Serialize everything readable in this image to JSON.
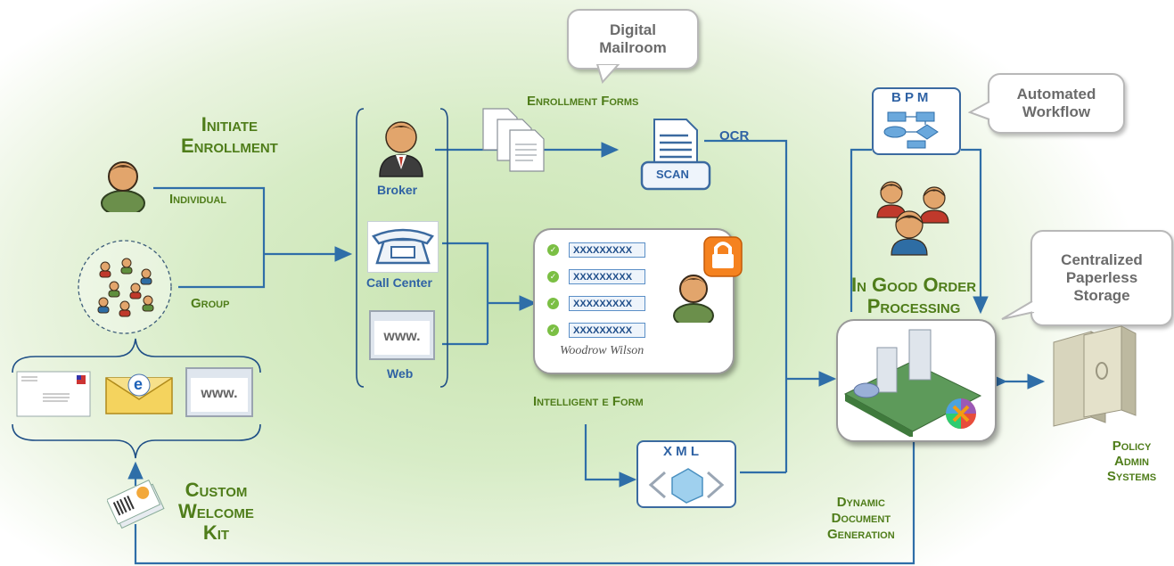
{
  "callouts": {
    "digital_mailroom": "Digital\nMailroom",
    "automated_workflow": "Automated\nWorkflow",
    "centralized_storage": "Centralized\nPaperless\nStorage"
  },
  "labels": {
    "initiate_enrollment": "Initiate\nEnrollment",
    "individual": "Individual",
    "group": "Group",
    "enrollment_forms": "Enrollment Forms",
    "ocr": "OCR",
    "scan": "SCAN",
    "broker": "Broker",
    "call_center": "Call Center",
    "web": "Web",
    "intelligent_eform": "Intelligent e Form",
    "in_good_order": "In Good Order\nProcessing",
    "policy_admin": "Policy\nAdmin Systems",
    "dynamic_doc": "Dynamic\nDocument\nGeneration",
    "custom_welcome_kit": "Custom\nWelcome\nKit",
    "bpm": "B P M",
    "xml": "X M L",
    "www": "www.",
    "email_e": "e",
    "form_fields": [
      "XXXXXXXXX",
      "XXXXXXXXX",
      "XXXXXXXXX",
      "XXXXXXXXX"
    ],
    "signature": "Woodrow Wilson"
  },
  "colors": {
    "connector": "#2f6ea8",
    "label_green": "#4f7d1a",
    "label_blue": "#2f62a4"
  }
}
